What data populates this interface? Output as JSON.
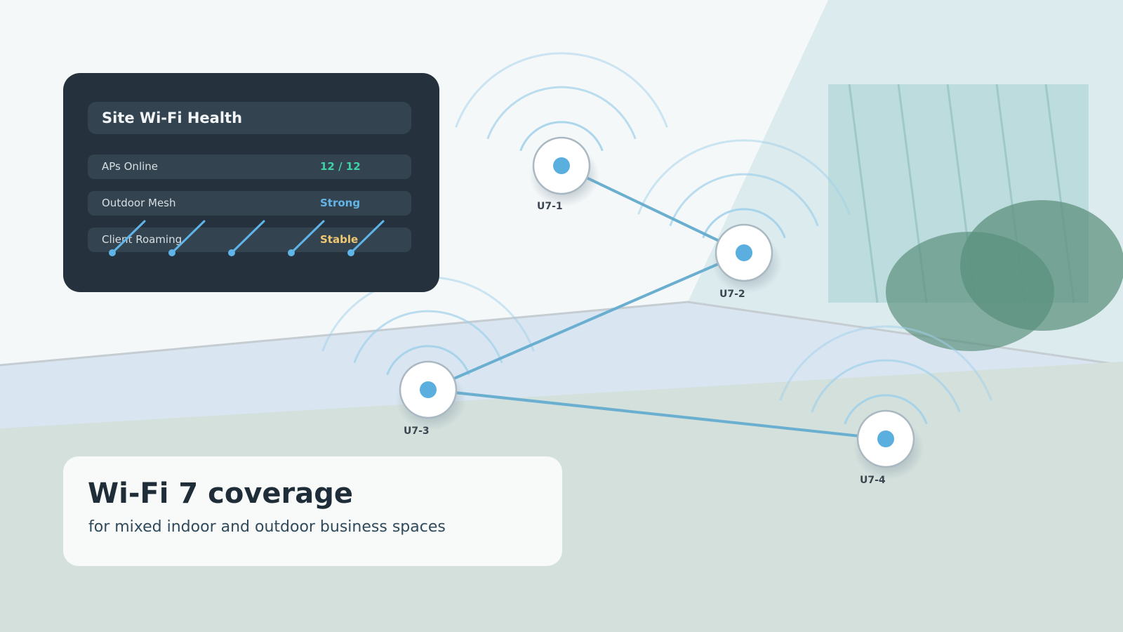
{
  "panel": {
    "title": "Site Wi-Fi Health",
    "stats": [
      {
        "label": "APs Online",
        "value": "12 / 12",
        "color": "#3fd1a6"
      },
      {
        "label": "Outdoor Mesh",
        "value": "Strong",
        "color": "#62b5e6"
      },
      {
        "label": "Client Roaming",
        "value": "Stable",
        "color": "#f0c872"
      }
    ]
  },
  "headline": {
    "title": "Wi-Fi 7 coverage",
    "subtitle": "for mixed indoor and outdoor business spaces"
  },
  "access_points": [
    {
      "label": "U7-1"
    },
    {
      "label": "U7-2"
    },
    {
      "label": "U7-3"
    },
    {
      "label": "U7-4"
    }
  ],
  "colors": {
    "ap_dot": "#5aafdf",
    "signal_arc": "#9fd0ea",
    "mesh_link": "#6aaed0",
    "panel_bg": "#25313c",
    "row_bg": "#33434f",
    "foliage": "#5a8f7c"
  },
  "icons": {
    "access_point": "wifi-access-point-icon",
    "signal": "wifi-signal-icon"
  }
}
